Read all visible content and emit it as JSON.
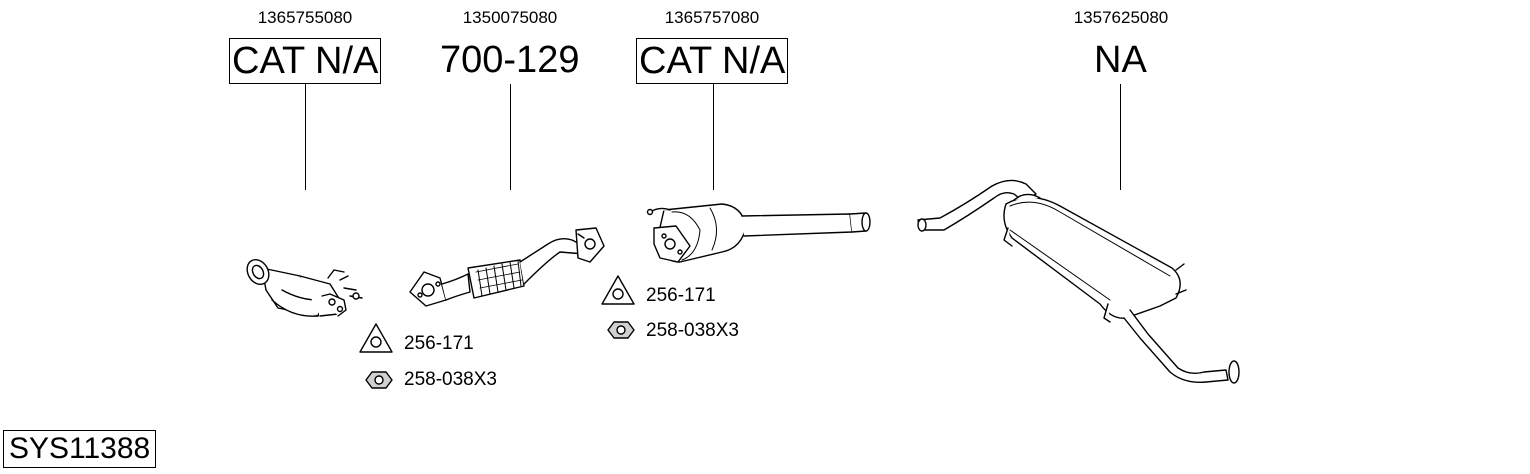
{
  "parts": [
    {
      "oe": "1365755080",
      "code": "CAT N/A",
      "boxed": true
    },
    {
      "oe": "1350075080",
      "code": "700-129",
      "boxed": false
    },
    {
      "oe": "1365757080",
      "code": "CAT N/A",
      "boxed": true
    },
    {
      "oe": "1357625080",
      "code": "NA",
      "boxed": false
    }
  ],
  "accessories": {
    "group1": {
      "gasket": "256-171",
      "nut": "258-038X3"
    },
    "group2": {
      "gasket": "256-171",
      "nut": "258-038X3"
    }
  },
  "system_code": "SYS11388"
}
